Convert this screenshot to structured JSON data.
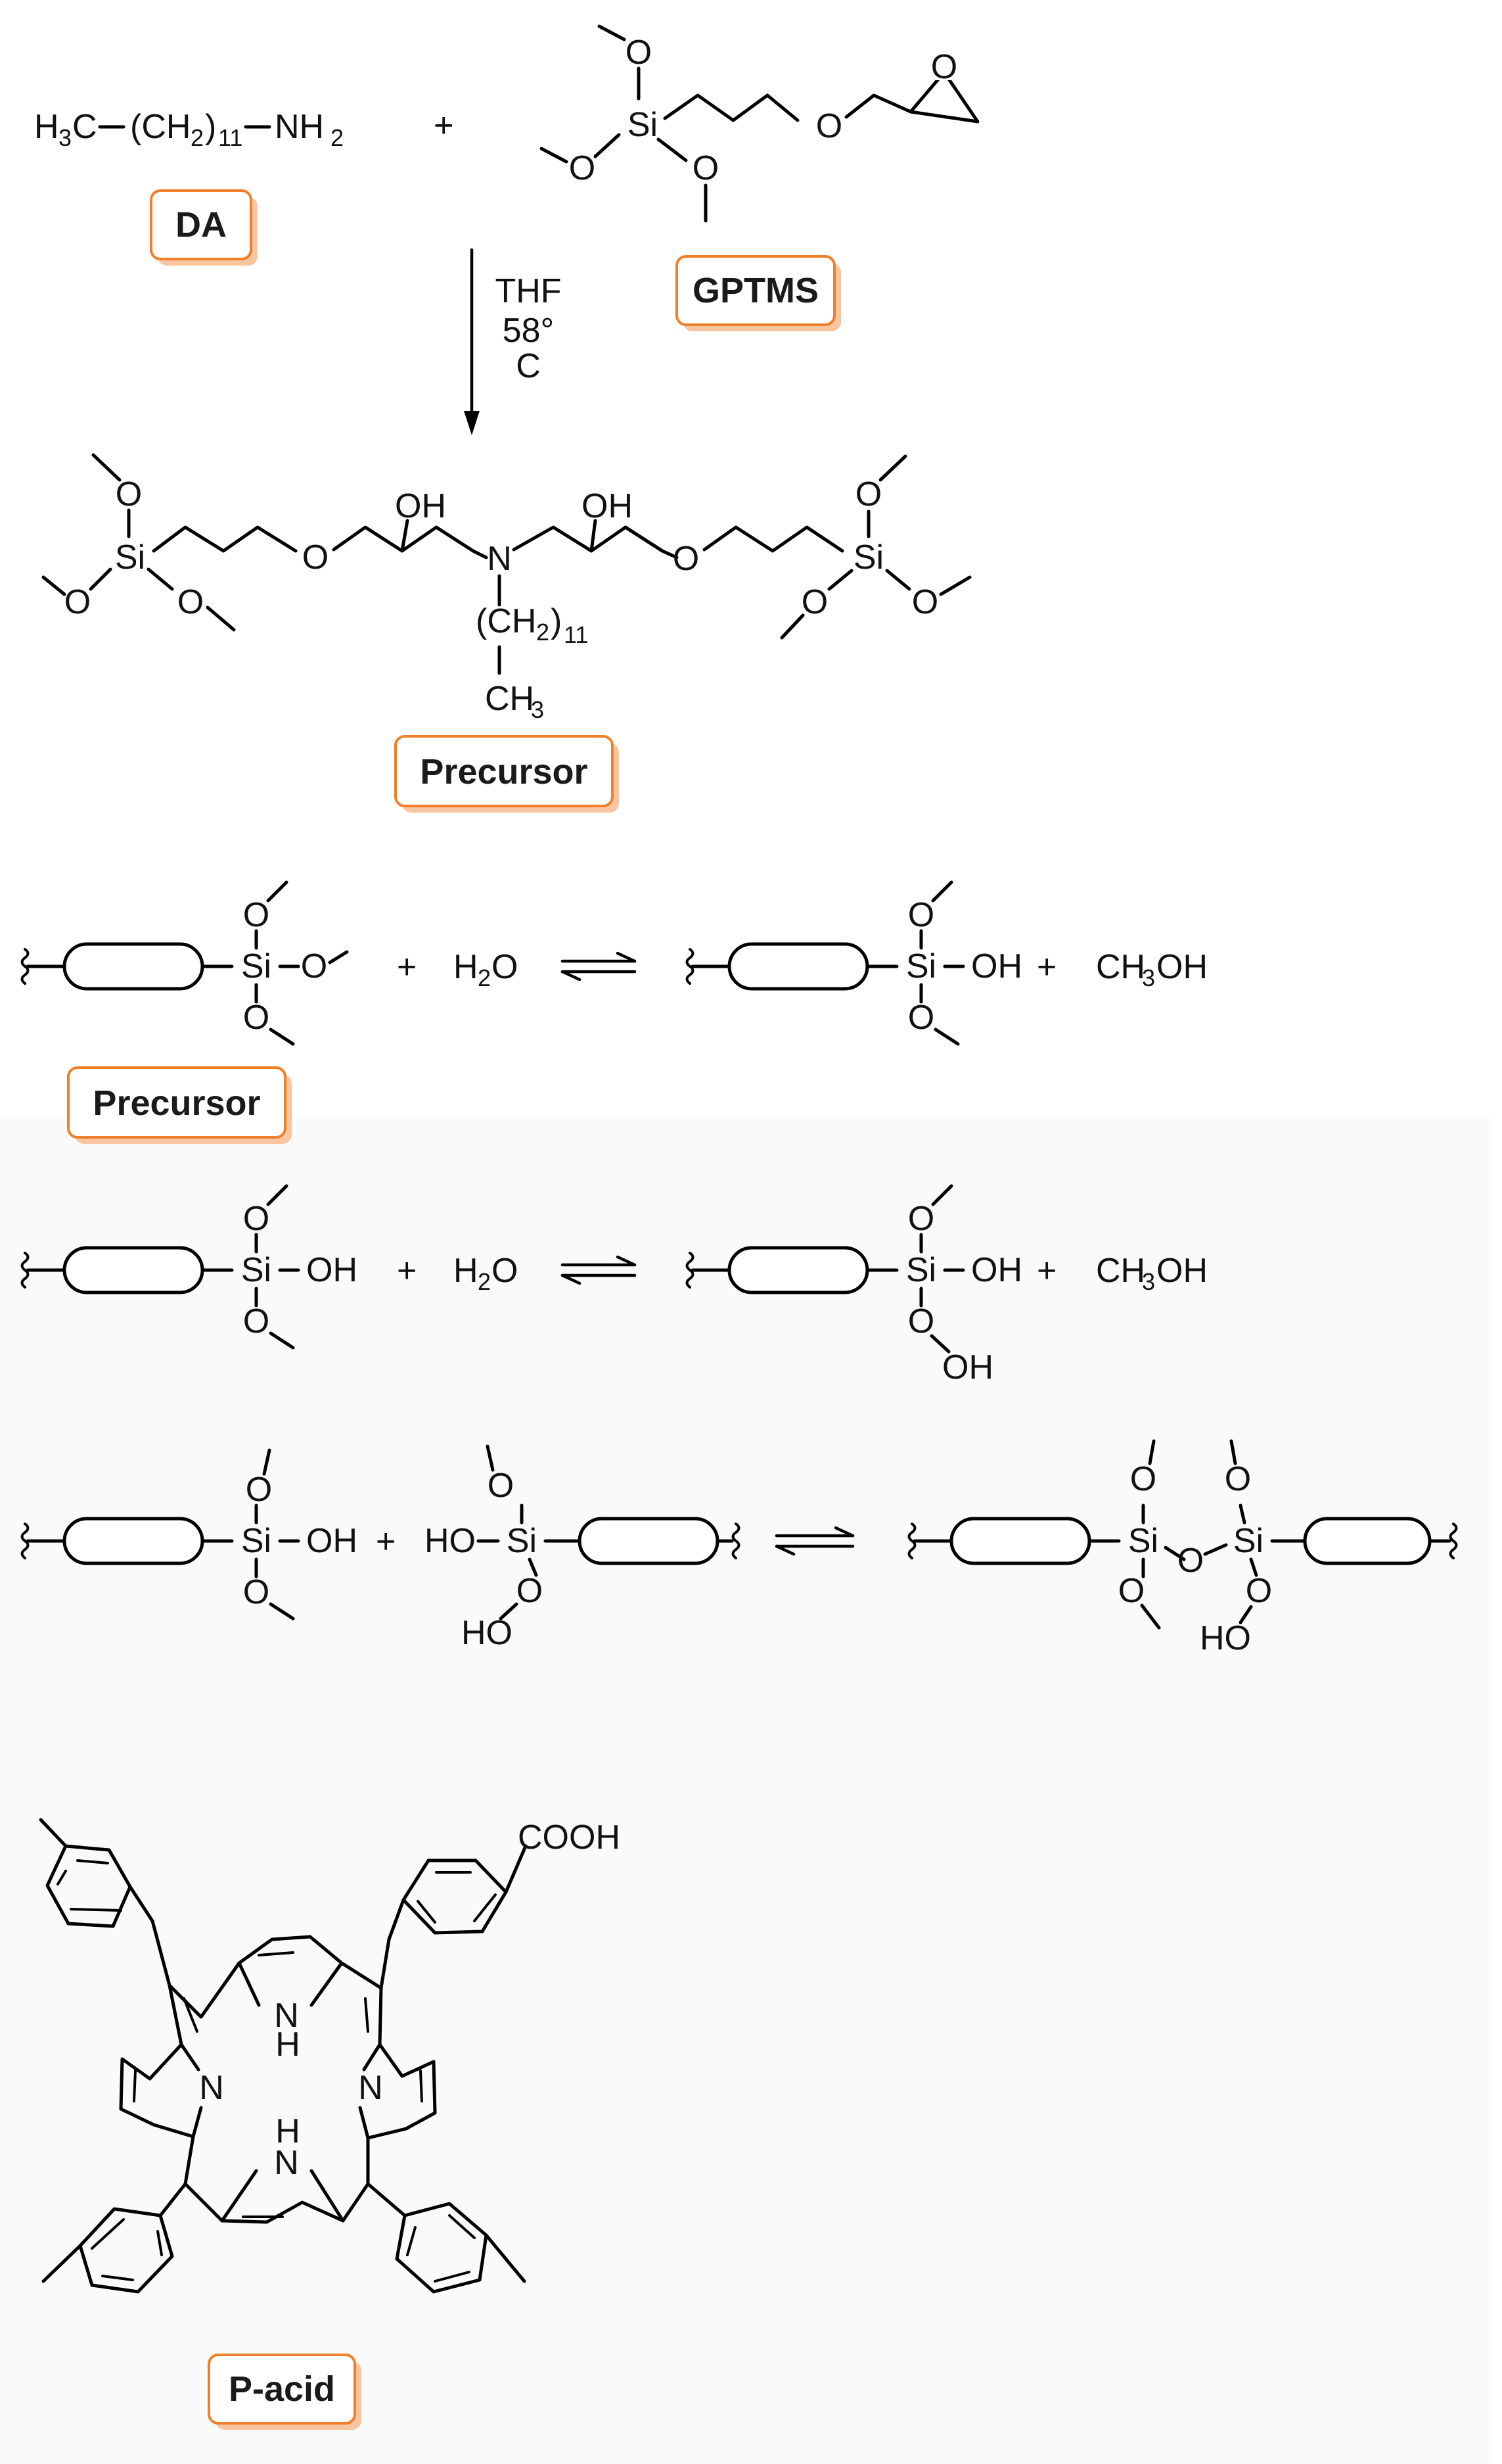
{
  "labels": {
    "da": "DA",
    "gptms": "GPTMS",
    "precursor_top": "Precursor",
    "precursor_mid": "Precursor",
    "pacid": "P-acid"
  },
  "conditions": {
    "solvent": "THF",
    "temp_line1": "58°",
    "temp_line2": "C"
  },
  "colors": {
    "label_border": "#f07f2a",
    "label_shadow": "#f7c59f"
  }
}
